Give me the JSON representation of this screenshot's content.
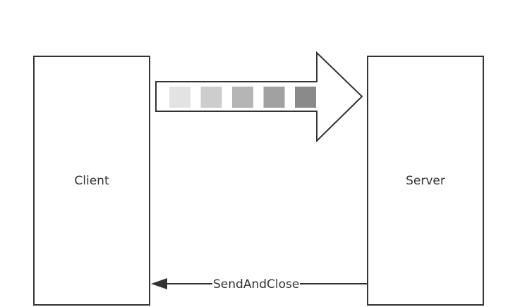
{
  "client": {
    "label": "Client"
  },
  "server": {
    "label": "Server"
  },
  "stream_arrow": {
    "packets": [
      {
        "color": "#e3e3e3"
      },
      {
        "color": "#cdcdcd"
      },
      {
        "color": "#b5b5b5"
      },
      {
        "color": "#a1a1a1"
      },
      {
        "color": "#8a8a8a"
      }
    ]
  },
  "return_arrow": {
    "label": "SendAndClose"
  },
  "colors": {
    "stroke": "#333333",
    "background": "#ffffff"
  }
}
